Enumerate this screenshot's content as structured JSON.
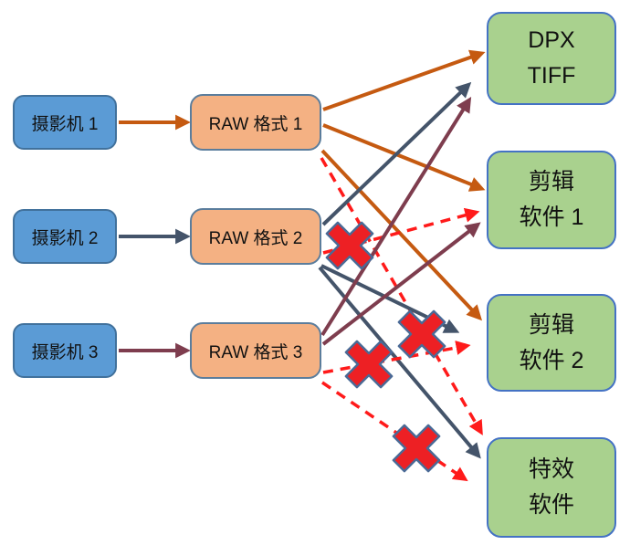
{
  "diagram": {
    "description": "Camera RAW format to post-production software compatibility diagram",
    "nodes": {
      "cameras": [
        {
          "id": "cam1",
          "label": "摄影机 1"
        },
        {
          "id": "cam2",
          "label": "摄影机 2"
        },
        {
          "id": "cam3",
          "label": "摄影机 3"
        }
      ],
      "raw_formats": [
        {
          "id": "raw1",
          "label": "RAW 格式 1"
        },
        {
          "id": "raw2",
          "label": "RAW 格式 2"
        },
        {
          "id": "raw3",
          "label": "RAW 格式 3"
        }
      ],
      "outputs": [
        {
          "id": "dpx",
          "lines": [
            "DPX",
            "TIFF"
          ]
        },
        {
          "id": "edit1",
          "lines": [
            "剪辑",
            "软件 1"
          ]
        },
        {
          "id": "edit2",
          "lines": [
            "剪辑",
            "软件 2"
          ]
        },
        {
          "id": "fx",
          "lines": [
            "特效",
            "软件"
          ]
        }
      ]
    },
    "edges": [
      {
        "from": "cam1",
        "to": "raw1",
        "color": "orange",
        "style": "solid",
        "blocked": false
      },
      {
        "from": "cam2",
        "to": "raw2",
        "color": "navy",
        "style": "solid",
        "blocked": false
      },
      {
        "from": "cam3",
        "to": "raw3",
        "color": "maroon",
        "style": "solid",
        "blocked": false
      },
      {
        "from": "raw1",
        "to": "dpx",
        "color": "orange",
        "style": "solid",
        "blocked": false
      },
      {
        "from": "raw1",
        "to": "edit1",
        "color": "orange",
        "style": "solid",
        "blocked": false
      },
      {
        "from": "raw1",
        "to": "edit2",
        "color": "orange",
        "style": "solid",
        "blocked": false
      },
      {
        "from": "raw1",
        "to": "fx",
        "color": "red",
        "style": "dashed",
        "blocked": true
      },
      {
        "from": "raw2",
        "to": "dpx",
        "color": "navy",
        "style": "solid",
        "blocked": false
      },
      {
        "from": "raw2",
        "to": "edit1",
        "color": "red",
        "style": "dashed",
        "blocked": true
      },
      {
        "from": "raw2",
        "to": "edit2",
        "color": "navy",
        "style": "solid",
        "blocked": false
      },
      {
        "from": "raw2",
        "to": "fx",
        "color": "navy",
        "style": "solid",
        "blocked": false
      },
      {
        "from": "raw3",
        "to": "dpx",
        "color": "maroon",
        "style": "solid",
        "blocked": false
      },
      {
        "from": "raw3",
        "to": "edit1",
        "color": "maroon",
        "style": "solid",
        "blocked": false
      },
      {
        "from": "raw3",
        "to": "edit2",
        "color": "red",
        "style": "dashed",
        "blocked": true
      },
      {
        "from": "raw3",
        "to": "fx",
        "color": "red",
        "style": "dashed",
        "blocked": true
      }
    ],
    "colors": {
      "camera_fill": "#5B9BD5",
      "camera_border": "#41719C",
      "raw_fill": "#F4B183",
      "raw_border": "#5B7D9C",
      "output_fill": "#A9D18E",
      "output_border": "#4472C4",
      "arrow_orange": "#C55A11",
      "arrow_navy": "#44546A",
      "arrow_maroon": "#7E3D4E",
      "arrow_blocked_red": "#FF1A1A",
      "x_mark_fill": "#ED2024",
      "x_mark_border": "#4A6A96"
    }
  }
}
